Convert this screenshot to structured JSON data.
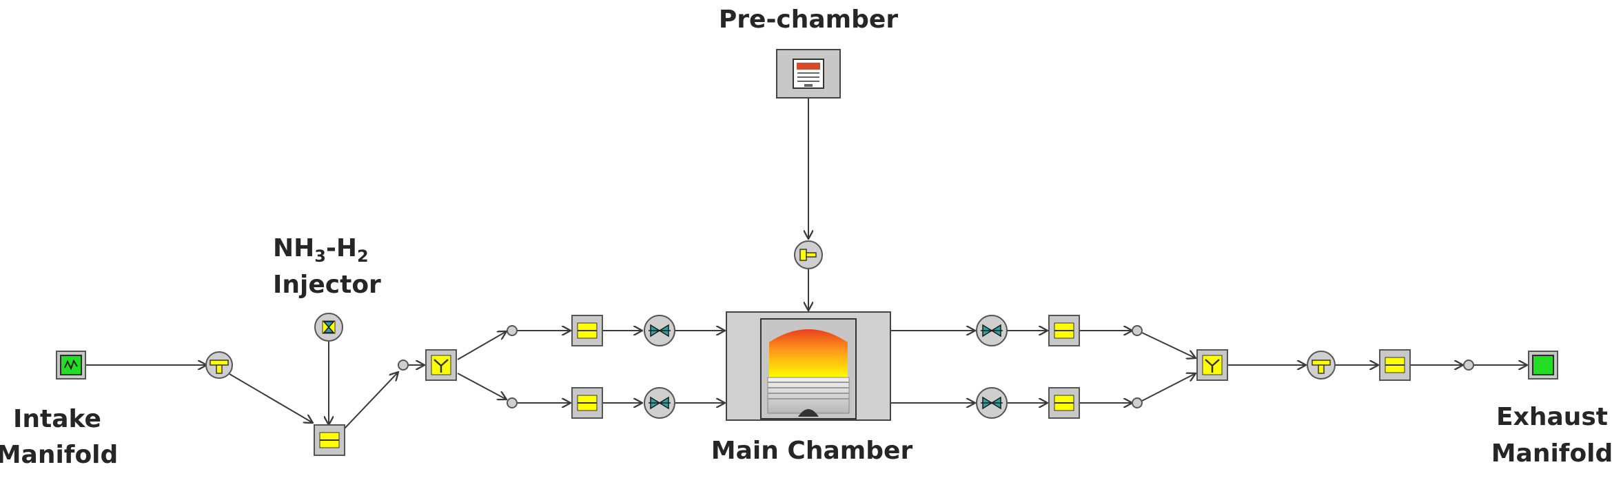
{
  "labels": {
    "pre_chamber": "Pre-chamber",
    "injector_line1_a": "NH",
    "injector_sub1": "3",
    "injector_mid": "-H",
    "injector_sub2": "2",
    "injector_line2": "Injector",
    "intake_line1": "Intake",
    "intake_line2": "Manifold",
    "main_chamber": "Main Chamber",
    "exhaust_line1": "Exhaust",
    "exhaust_line2": "Manifold"
  },
  "colors": {
    "boundary_green": "#22dd22",
    "component_yellow": "#ffff00",
    "box_gray": "#c8c8c8",
    "flame_red": "#e8401c",
    "valve_teal": "#2aa3a3",
    "line": "#3a3a3a"
  },
  "icons": {
    "intake": "intake-boundary-icon",
    "exhaust": "exhaust-boundary-icon",
    "pipe": "pipe-icon",
    "junction": "junction-icon",
    "valve": "valve-icon",
    "splitter": "flowsplit-icon",
    "injector": "injector-icon",
    "prechamber": "prechamber-icon",
    "cylinder": "cylinder-icon"
  }
}
